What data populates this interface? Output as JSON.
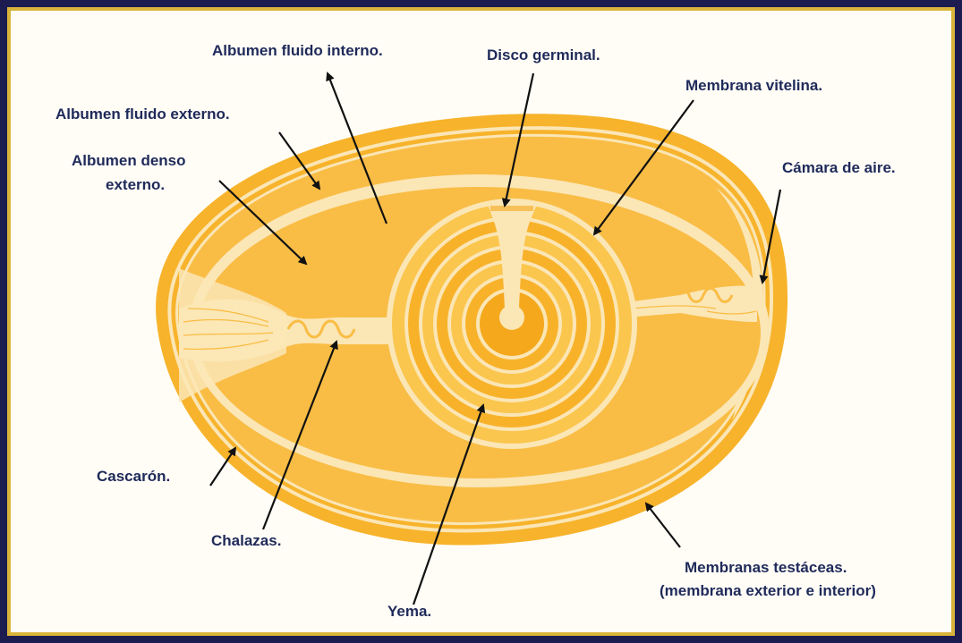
{
  "colors": {
    "frame": "#1c1c50",
    "border": "#d9b43a",
    "background": "#fffdf6",
    "shell": "#f7b32b",
    "albumen": "#f9bd45",
    "cream": "#fbe6b6",
    "yolk_light": "#fbc64e",
    "yolk_dark": "#f5a81c",
    "label_text": "#1f2a5a",
    "arrow": "#111111"
  },
  "labels": {
    "albumen_fluido_interno": "Albumen fluido interno.",
    "disco_germinal": "Disco germinal.",
    "membrana_vitelina": "Membrana vitelina.",
    "albumen_fluido_externo": "Albumen fluido externo.",
    "albumen_denso_externo_1": "Albumen denso",
    "albumen_denso_externo_2": "externo.",
    "camara_de_aire": "Cámara de aire.",
    "cascaron": "Cascarón.",
    "chalazas": "Chalazas.",
    "yema": "Yema.",
    "membranas_testaceas_1": "Membranas testáceas.",
    "membranas_testaceas_2": "(membrana exterior e interior)"
  }
}
